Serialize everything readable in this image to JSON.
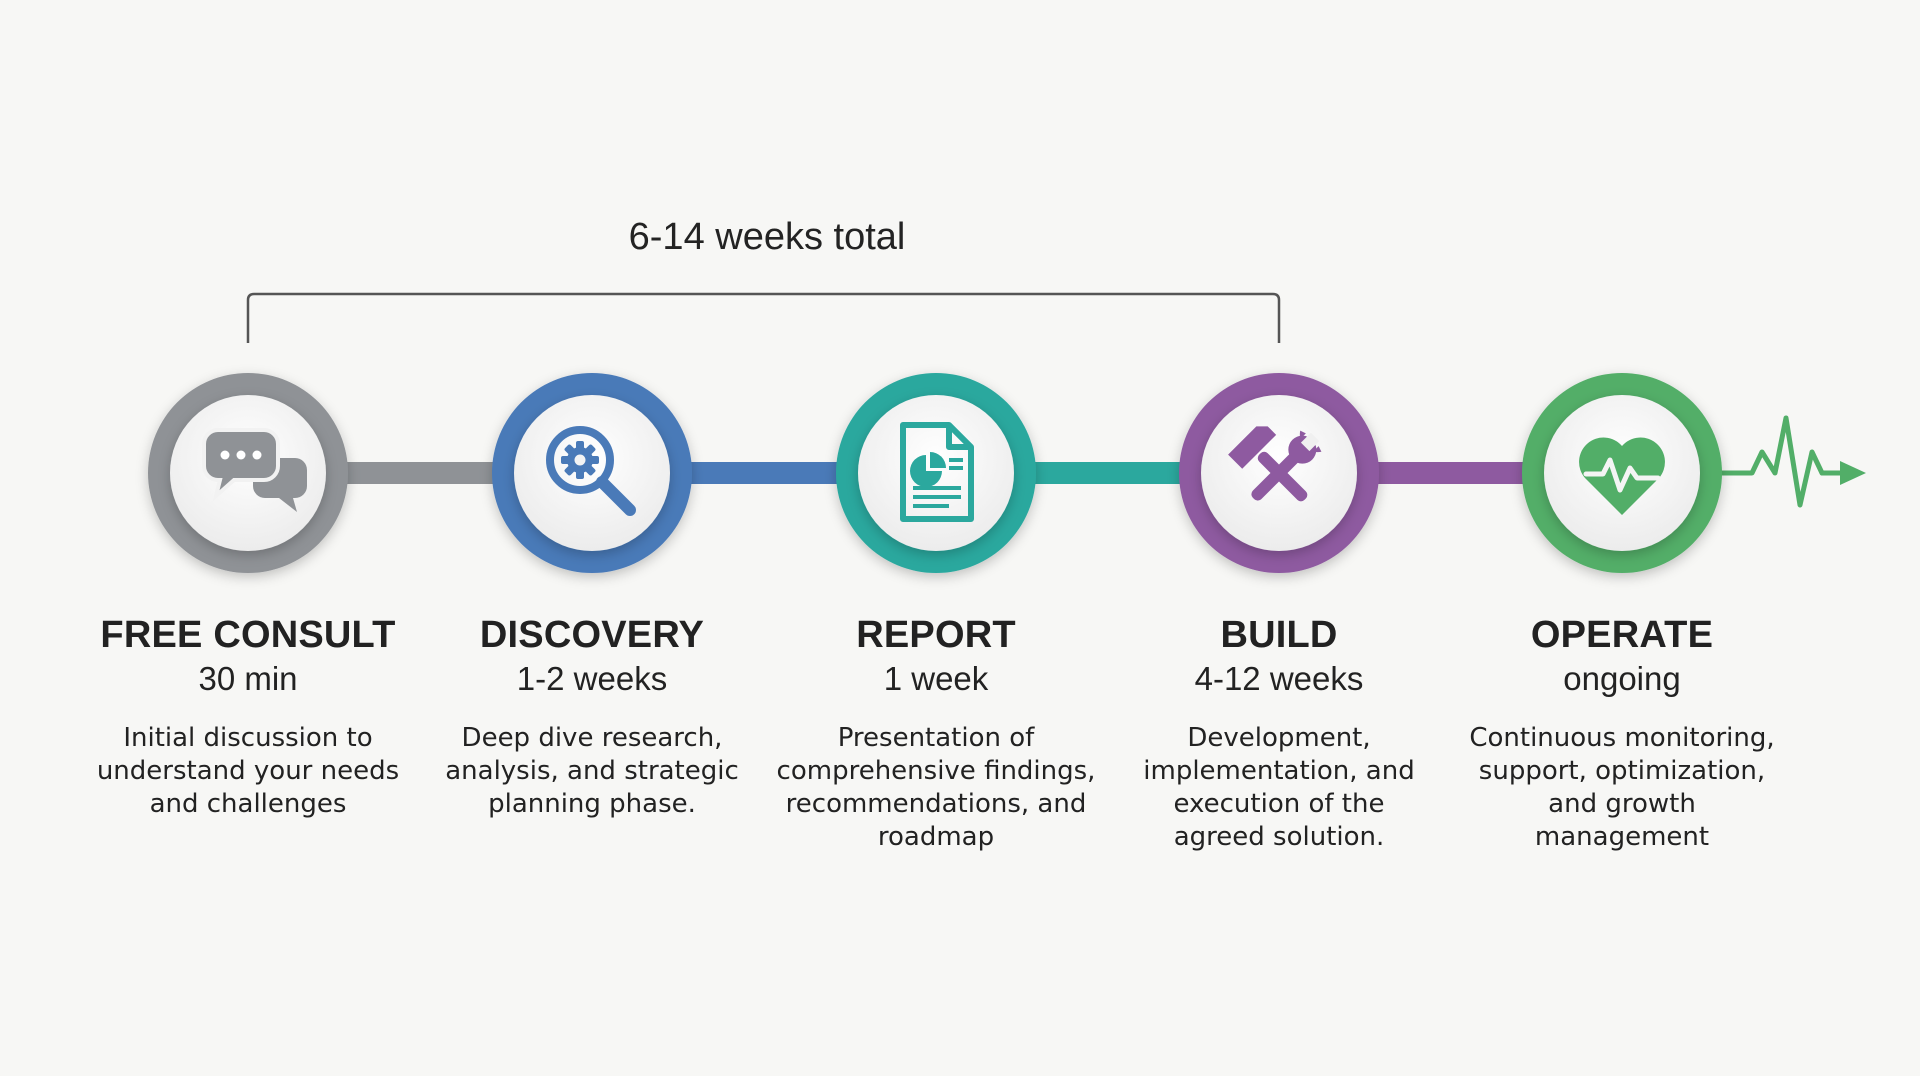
{
  "timeline": {
    "total_label": "6-14 weeks total",
    "steps": [
      {
        "title": "FREE CONSULT",
        "duration": "30 min",
        "description": "Initial discussion to\nunderstand your needs\nand challenges",
        "color": "#8f9296",
        "icon": "chat-bubbles-icon"
      },
      {
        "title": "DISCOVERY",
        "duration": "1-2 weeks",
        "description": "Deep dive research,\nanalysis, and strategic\nplanning phase.",
        "color": "#4a7ab8",
        "icon": "magnifier-gear-icon"
      },
      {
        "title": "REPORT",
        "duration": "1 week",
        "description": "Presentation of\ncomprehensive findings,\nrecommendations, and\nroadmap",
        "color": "#2ba89e",
        "icon": "report-document-icon"
      },
      {
        "title": "BUILD",
        "duration": "4-12 weeks",
        "description": "Development,\nimplementation, and\nexecution of the\nagreed solution.",
        "color": "#8e5aa0",
        "icon": "wrench-hammer-icon"
      },
      {
        "title": "OPERATE",
        "duration": "ongoing",
        "description": "Continuous monitoring,\nsupport, optimization,\nand growth management",
        "color": "#52ae68",
        "icon": "heart-pulse-icon"
      }
    ]
  }
}
